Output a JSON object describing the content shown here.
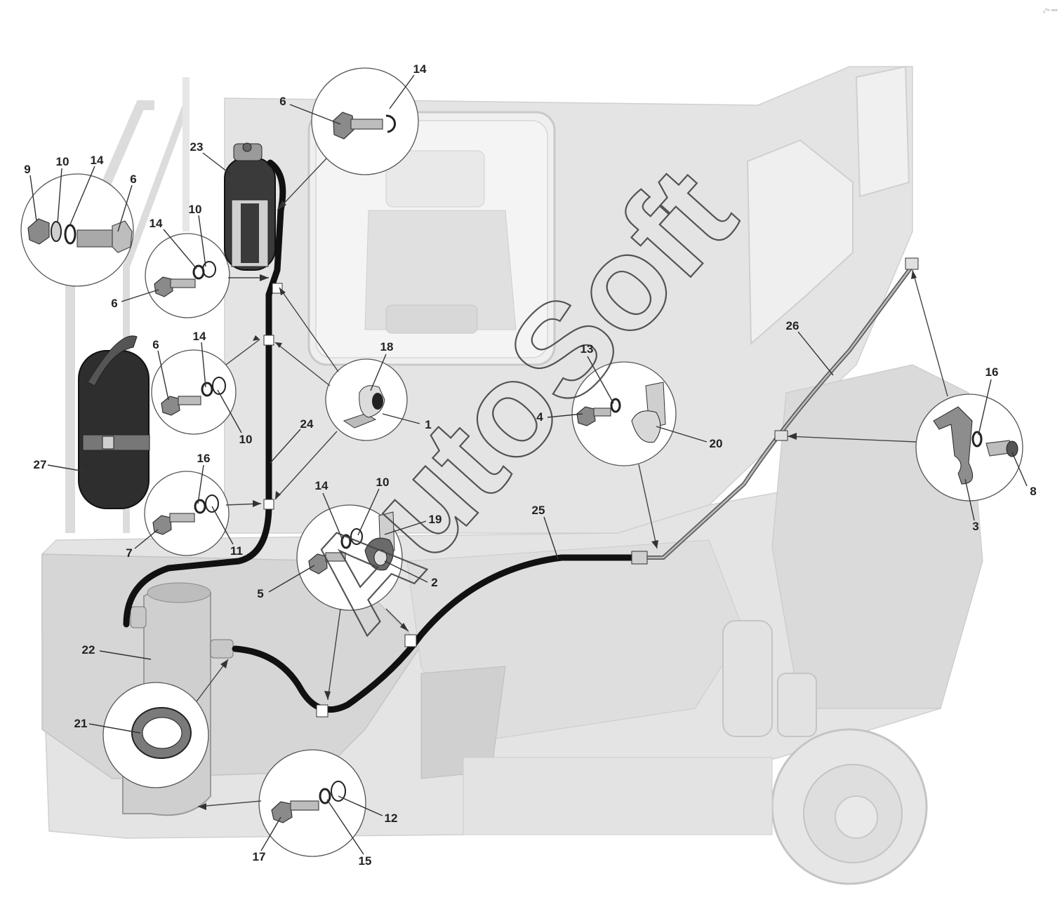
{
  "watermark": "AutoSoft",
  "corner_mark": "ₒ°ᵒ ᵒᵒᵒ",
  "callouts": [
    {
      "id": "c-6-top",
      "label": "6"
    },
    {
      "id": "c-14-top",
      "label": "14"
    },
    {
      "id": "c-23",
      "label": "23"
    },
    {
      "id": "c-9",
      "label": "9"
    },
    {
      "id": "c-10-a",
      "label": "10"
    },
    {
      "id": "c-14-a",
      "label": "14"
    },
    {
      "id": "c-6-a",
      "label": "6"
    },
    {
      "id": "c-14-b",
      "label": "14"
    },
    {
      "id": "c-10-b",
      "label": "10"
    },
    {
      "id": "c-6-b",
      "label": "6"
    },
    {
      "id": "c-6-c",
      "label": "6"
    },
    {
      "id": "c-14-c",
      "label": "14"
    },
    {
      "id": "c-10-c",
      "label": "10"
    },
    {
      "id": "c-18",
      "label": "18"
    },
    {
      "id": "c-1",
      "label": "1"
    },
    {
      "id": "c-24",
      "label": "24"
    },
    {
      "id": "c-27",
      "label": "27"
    },
    {
      "id": "c-16-a",
      "label": "16"
    },
    {
      "id": "c-11",
      "label": "11"
    },
    {
      "id": "c-7",
      "label": "7"
    },
    {
      "id": "c-14-d",
      "label": "14"
    },
    {
      "id": "c-10-d",
      "label": "10"
    },
    {
      "id": "c-19",
      "label": "19"
    },
    {
      "id": "c-2",
      "label": "2"
    },
    {
      "id": "c-5",
      "label": "5"
    },
    {
      "id": "c-13",
      "label": "13"
    },
    {
      "id": "c-4",
      "label": "4"
    },
    {
      "id": "c-20",
      "label": "20"
    },
    {
      "id": "c-25",
      "label": "25"
    },
    {
      "id": "c-26",
      "label": "26"
    },
    {
      "id": "c-16-b",
      "label": "16"
    },
    {
      "id": "c-8",
      "label": "8"
    },
    {
      "id": "c-3",
      "label": "3"
    },
    {
      "id": "c-22",
      "label": "22"
    },
    {
      "id": "c-21",
      "label": "21"
    },
    {
      "id": "c-12",
      "label": "12"
    },
    {
      "id": "c-15",
      "label": "15"
    },
    {
      "id": "c-17",
      "label": "17"
    }
  ]
}
